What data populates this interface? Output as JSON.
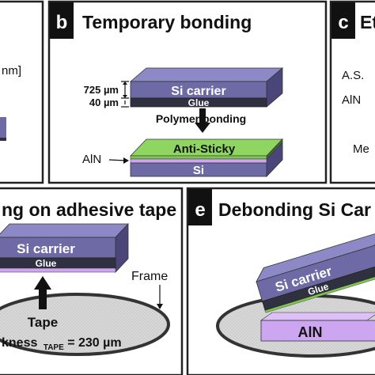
{
  "panel_a": {
    "partial_text": "nm]"
  },
  "panel_b": {
    "letter": "b",
    "title": "Temporary bonding",
    "carrier_label": "Si carrier",
    "glue_label": "Glue",
    "thickness_carrier": "725 µm",
    "thickness_glue": "40 µm",
    "arrow_label": "Polymer bonding",
    "antisticky_label": "Anti-Sticky",
    "substrate_label": "Si",
    "aln_label": "AlN"
  },
  "panel_c": {
    "letter": "c",
    "title_partial": "Et",
    "text_1": "A.S.",
    "text_2": "AlN",
    "text_3": "Me"
  },
  "panel_d": {
    "title_partial": "ng on adhesive tape",
    "carrier_label": "Si carrier",
    "glue_label": "Glue",
    "frame_label": "Frame",
    "tape_label": "Tape",
    "thickness_prefix": "kness",
    "thickness_sub": "TAPE",
    "thickness_value": " = 230 µm"
  },
  "panel_e": {
    "letter": "e",
    "title_partial": "Debonding Si Car",
    "carrier_label": "Si carrier",
    "glue_label": "Glue",
    "aln_label": "AlN"
  },
  "colors": {
    "si_purple": "#6e6aa6",
    "si_dark_side": "#4a4679",
    "glue_dark": "#2f3140",
    "anti_sticky_green": "#7ec850",
    "aln_lilac": "#cda6f2",
    "tape_gray": "#d4d4d4"
  }
}
